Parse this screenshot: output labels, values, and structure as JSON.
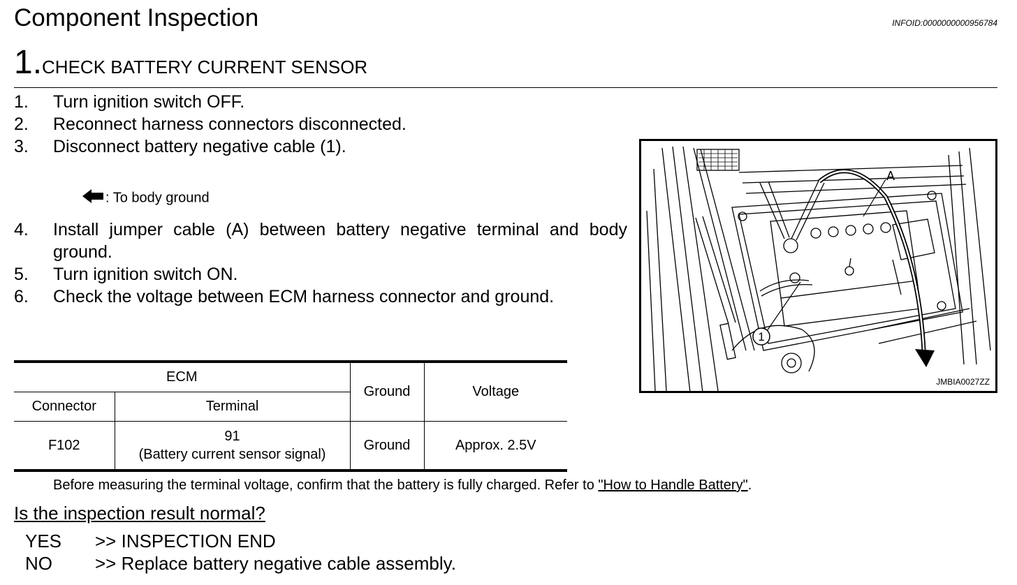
{
  "header": {
    "title": "Component Inspection",
    "info_id": "INFOID:0000000000956784"
  },
  "step": {
    "number": "1.",
    "title": "CHECK BATTERY CURRENT SENSOR"
  },
  "procedure": [
    {
      "num": "1.",
      "text": "Turn ignition switch OFF."
    },
    {
      "num": "2.",
      "text": "Reconnect harness connectors disconnected."
    },
    {
      "num": "3.",
      "text": "Disconnect battery negative cable (1)."
    },
    {
      "num": "4.",
      "text": "Install jumper cable (A) between battery negative terminal and body ground."
    },
    {
      "num": "5.",
      "text": "Turn ignition switch ON."
    },
    {
      "num": "6.",
      "text": "Check the voltage between ECM harness connector and ground."
    }
  ],
  "ground_note": ": To body ground",
  "table": {
    "group_header": "ECM",
    "col_connector": "Connector",
    "col_terminal": "Terminal",
    "col_ground": "Ground",
    "col_voltage": "Voltage",
    "row": {
      "connector": "F102",
      "terminal_num": "91",
      "terminal_desc": "(Battery current sensor signal)",
      "ground": "Ground",
      "voltage": "Approx. 2.5V"
    }
  },
  "measure_note": {
    "text": "Before measuring the terminal voltage, confirm that the battery is fully charged. Refer to ",
    "link": "\"How to Handle Battery\"",
    "end": "."
  },
  "question": "Is the inspection result normal?",
  "answers": [
    {
      "key": "YES",
      "text": ">> INSPECTION END"
    },
    {
      "key": "NO",
      "text": ">> Replace battery negative cable assembly."
    }
  ],
  "figure": {
    "label_a": "A",
    "label_1": "1",
    "code": "JMBIA0027ZZ"
  }
}
